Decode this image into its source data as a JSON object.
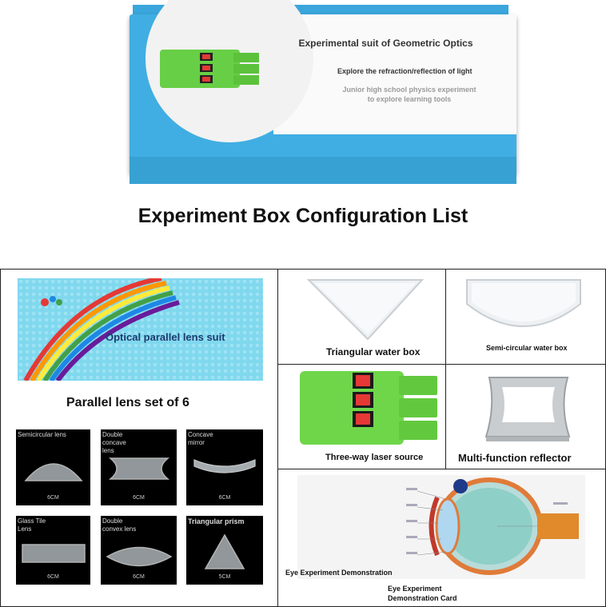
{
  "box": {
    "title": "Experimental suit of Geometric Optics",
    "subtitle": "Explore the refraction/reflection of light",
    "tagline_line1": "Junior high school physics experiment",
    "tagline_line2": "to explore learning tools"
  },
  "heading": "Experiment Box Configuration List",
  "parallel": {
    "card_text": "Optical parallel lens suit",
    "caption": "Parallel lens set of 6"
  },
  "lenses": [
    {
      "label": "Semicircular lens",
      "size": "6CM"
    },
    {
      "label": "Double concave lens",
      "size": "6CM"
    },
    {
      "label": "Concave mirror",
      "size": "6CM"
    },
    {
      "label": "Glass Tile Lens",
      "size": "6CM"
    },
    {
      "label": "Double convex lens",
      "size": "6CM"
    },
    {
      "label": "Triangular prism",
      "size": "5CM"
    }
  ],
  "items": {
    "triangular_water_box": "Triangular water box",
    "semicircular_water_box": "Semi-circular water box",
    "laser_source": "Three-way laser source",
    "reflector": "Multi-function reflector",
    "eye_demo": "Eye Experiment Demonstration",
    "eye_card": "Eye Experiment Demonstration Card"
  },
  "colors": {
    "box_blue": "#40aee2",
    "laser_green": "#6fd64a",
    "switch_red": "#e53935",
    "card_cyan": "#7fd8ee"
  }
}
